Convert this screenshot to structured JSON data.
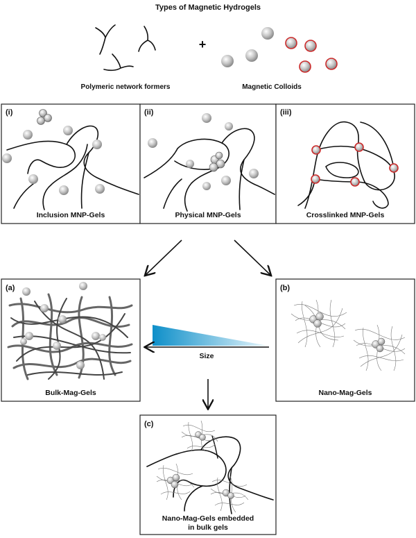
{
  "title": "Types of Magnetic Hydrogels",
  "components": {
    "polymer_label": "Polymeric network formers",
    "plus": "+",
    "colloid_label": "Magnetic Colloids"
  },
  "panels": {
    "i": {
      "tag": "(i)",
      "label": "Inclusion MNP-Gels"
    },
    "ii": {
      "tag": "(ii)",
      "label": "Physical MNP-Gels"
    },
    "iii": {
      "tag": "(iii)",
      "label": "Crosslinked MNP-Gels"
    },
    "a": {
      "tag": "(a)",
      "label": "Bulk-Mag-Gels"
    },
    "b": {
      "tag": "(b)",
      "label": "Nano-Mag-Gels"
    },
    "c": {
      "tag": "(c)",
      "label_line1": "Nano-Mag-Gels embedded",
      "label_line2": "in bulk gels"
    }
  },
  "size_indicator": {
    "label": "Size"
  },
  "colors": {
    "particle_fill": "#c8c8c8",
    "crosslink_ring": "#cc2a2a",
    "size_gradient_dark": "#0e8fc9",
    "size_gradient_light": "#e6f5fb"
  }
}
